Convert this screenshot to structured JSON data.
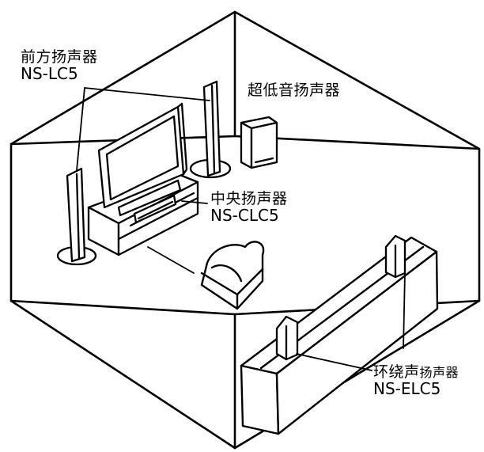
{
  "labels": {
    "front": {
      "title": "前方扬声器",
      "model": "NS-LC5"
    },
    "subwoofer": {
      "title": "超低音扬声器"
    },
    "center": {
      "title": "中央扬声器",
      "model": "NS-CLC5"
    },
    "surround": {
      "title_main": "环绕声",
      "title_suffix": "扬声器",
      "model": "NS-ELC5"
    }
  }
}
